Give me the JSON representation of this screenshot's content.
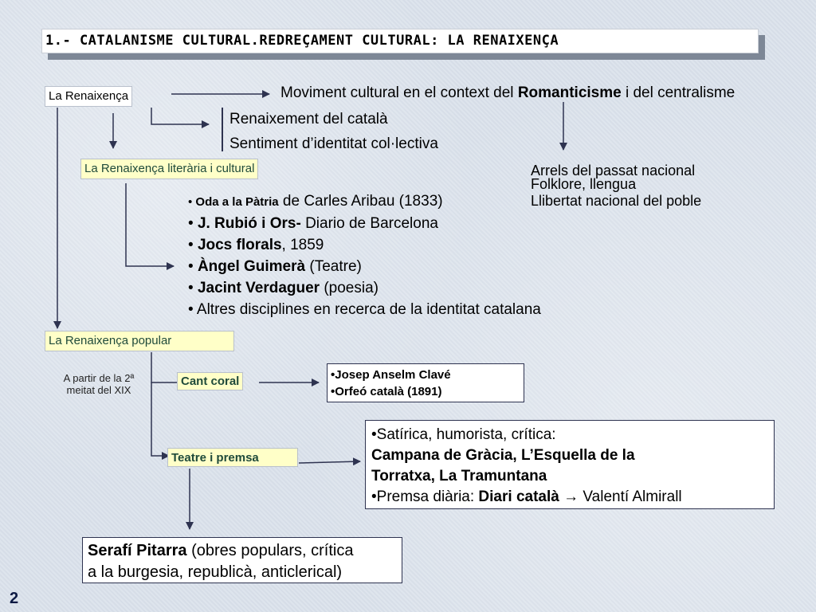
{
  "title": "1.- CATALANISME CULTURAL.REDREÇAMENT CULTURAL: LA RENAIXENÇA",
  "renaixenca": {
    "label": "La Renaixença",
    "movement": {
      "pre": "Moviment cultural en el context del ",
      "bold": "Romanticisme",
      "post": " i del centralisme"
    },
    "items": [
      "Renaixement del català",
      "Sentiment d’identitat col·lectiva"
    ]
  },
  "roots": [
    "Arrels del passat nacional",
    "Folklore, llengua",
    "Llibertat nacional del poble"
  ],
  "literaria": {
    "label": "La Renaixença  literària i cultural",
    "bullets": [
      {
        "bold": "Oda a la Pàtria",
        "rest": " de Carles Aribau (1833)"
      },
      {
        "bold": "J. Rubió i Ors-",
        "rest": " Diario de Barcelona"
      },
      {
        "bold": "Jocs florals",
        "rest": ", 1859"
      },
      {
        "bold": "Àngel Guimerà",
        "rest": " (Teatre)"
      },
      {
        "bold": "Jacint Verdaguer",
        "rest": " (poesia)"
      },
      {
        "bold": "",
        "rest": "Altres disciplines en recerca de la identitat catalana"
      }
    ]
  },
  "popular": {
    "label": "La Renaixença  popular",
    "note": "A partir de la 2ª meitat del XIX",
    "cant": {
      "label": "Cant coral",
      "items": [
        "•Josep Anselm Clavé",
        "•Orfeó català (1891)"
      ]
    },
    "teatre": {
      "label": "Teatre i premsa",
      "line1": "•Satírica, humorista, crítica:",
      "line2": "Campana de Gràcia, L’Esquella de la",
      "line3": "Torratxa, La Tramuntana",
      "line4": {
        "pre": "•Premsa diària: ",
        "bold": "Diari català",
        "arrow": " → ",
        "post": "Valentí Almirall"
      }
    },
    "pitarra": {
      "bold": "Serafí Pitarra",
      "rest": " (obres populars, crítica",
      "line2": "a la burgesia, republicà, anticlerical)"
    }
  },
  "page_number": "2",
  "colors": {
    "line": "#2e3350",
    "tag_yellow": "#ffffc8",
    "tag_text": "#1f4a3a"
  }
}
